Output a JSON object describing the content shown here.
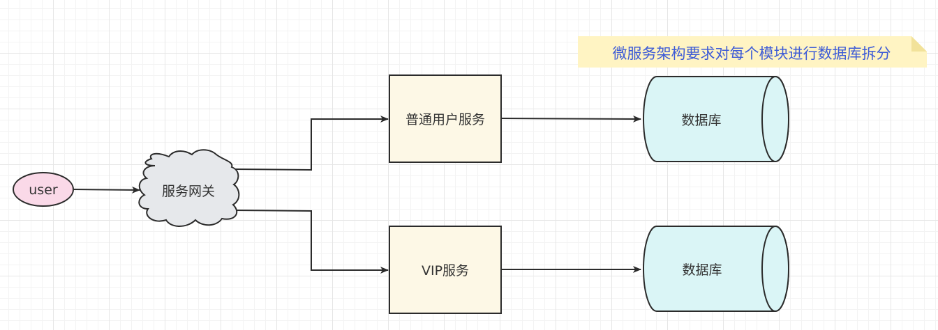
{
  "note": {
    "text": "微服务架构要求对每个模块进行数据库拆分",
    "color": "#3d5bd6",
    "fill": "#fff4c3"
  },
  "nodes": {
    "user": {
      "label": "user",
      "fill": "#fad9e8"
    },
    "gateway": {
      "label": "服务网关",
      "fill": "#e6e8eb"
    },
    "normal_service": {
      "label": "普通用户服务",
      "fill": "#fdf8e6"
    },
    "vip_service": {
      "label": "VIP服务",
      "fill": "#fdf8e6"
    },
    "db_top": {
      "label": "数据库",
      "fill": "#daf5f6"
    },
    "db_bottom": {
      "label": "数据库",
      "fill": "#daf5f6"
    }
  },
  "colors": {
    "stroke": "#2b2b2b",
    "text": "#333333"
  }
}
